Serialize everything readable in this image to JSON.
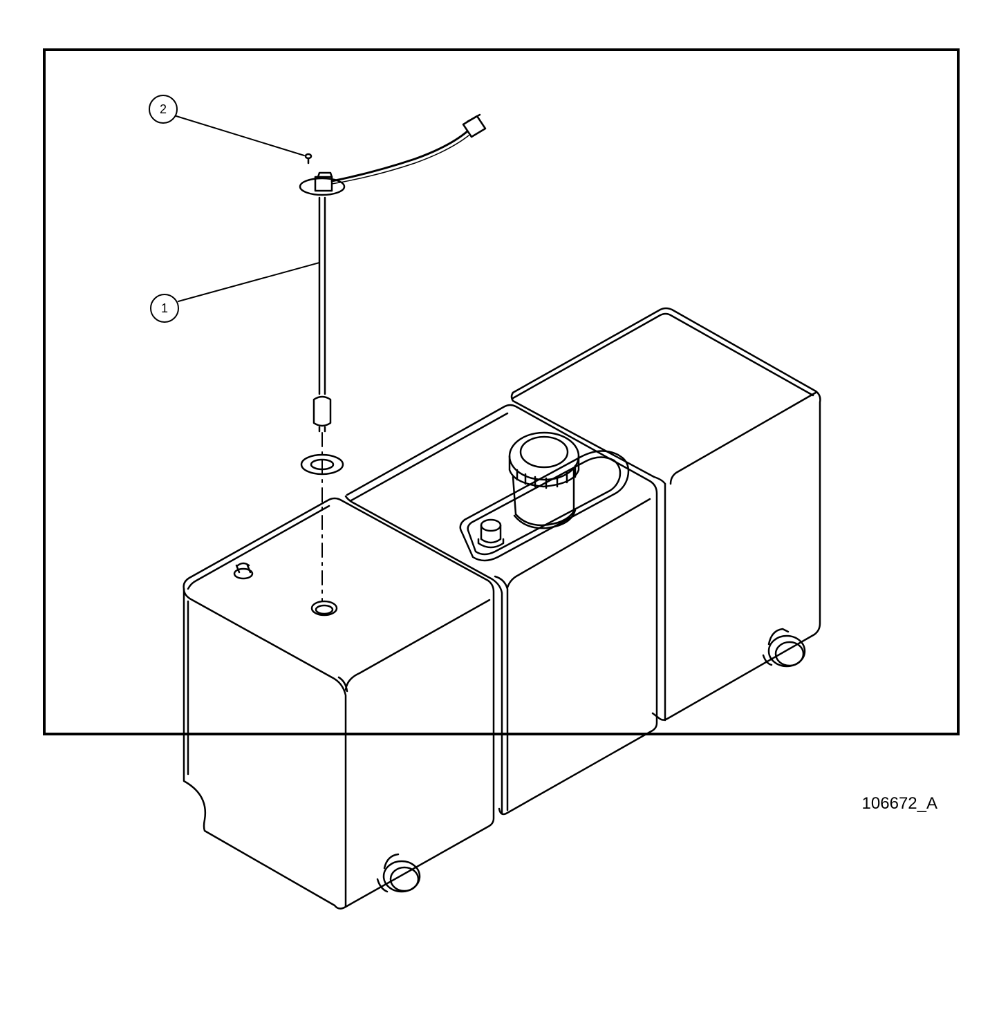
{
  "figure": {
    "drawing_number": "106672_A",
    "callouts": [
      {
        "number": "1"
      },
      {
        "number": "2"
      }
    ]
  }
}
